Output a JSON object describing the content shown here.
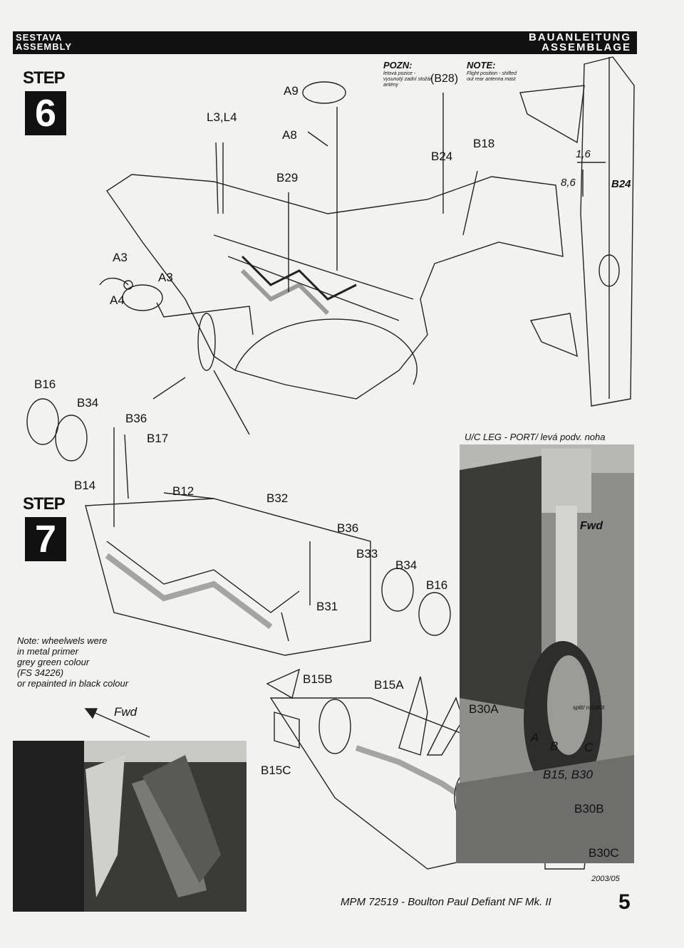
{
  "header": {
    "left_line1": "SESTAVA",
    "left_line2": "ASSEMBLY",
    "right_line1": "BAUANLEITUNG",
    "right_line2": "ASSEMBLAGE"
  },
  "step6": {
    "word": "STEP",
    "number": "6"
  },
  "step7": {
    "word": "STEP",
    "number": "7"
  },
  "notes": {
    "pozn_title": "POZN:",
    "pozn_text": "letová pozice - vysunutý zadní stožár antény",
    "part_ref": "(B28)",
    "note_title": "NOTE:",
    "note_text": "Flight position - shifted out rear antenna mast"
  },
  "step6_labels": {
    "a9": "A9",
    "a8": "A8",
    "l3l4": "L3,L4",
    "b29": "B29",
    "b24": "B24",
    "b18": "B18",
    "a3_top": "A3",
    "a3_right": "A3",
    "a4": "A4",
    "dim_16": "1,6",
    "dim_86": "8,6",
    "b24_side": "B24"
  },
  "step7_labels": {
    "b16_top": "B16",
    "b34_top": "B34",
    "b36_top": "B36",
    "b17": "B17",
    "b14": "B14",
    "b12": "B12",
    "b32": "B32",
    "b36_mid": "B36",
    "b33": "B33",
    "b34_mid": "B34",
    "b16_mid": "B16",
    "b31": "B31",
    "b15b": "B15B",
    "b15a": "B15A",
    "b30a": "B30A",
    "b15c": "B15C",
    "b30b": "B30B",
    "b30c": "B30C"
  },
  "photo_uc": {
    "title": "U/C LEG - PORT/ levá podv. noha",
    "fwd": "Fwd"
  },
  "color_note": {
    "line1": "Note: wheelwels were",
    "line2": "in metal primer",
    "line3": "grey green colour",
    "line4": "(FS 34226)",
    "line5": "or repainted in black colour"
  },
  "fwd_label": "Fwd",
  "split_diagram": {
    "title": "split/ rozdělit",
    "a": "A",
    "b": "B",
    "c": "C",
    "caption": "B15, B30"
  },
  "footer": {
    "date": "2003/05",
    "text": "MPM 72519 - Boulton Paul Defiant NF Mk. II",
    "page": "5"
  }
}
